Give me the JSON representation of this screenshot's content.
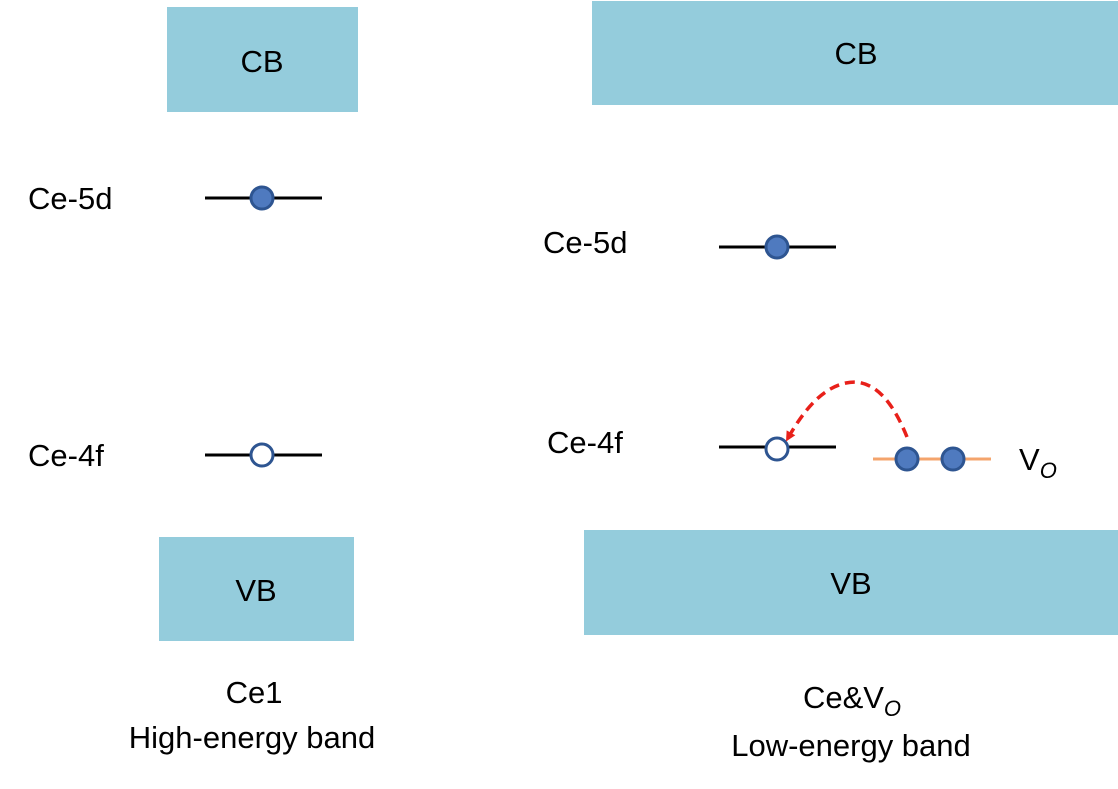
{
  "colors": {
    "band_fill": "#94CCDC",
    "level_line": "#000000",
    "vo_line": "#F4A46C",
    "electron_fill": "#4F7ABF",
    "electron_stroke": "#2E5591",
    "hole_fill": "#FFFFFF",
    "hole_stroke": "#2E5591",
    "transfer_arrow": "#E8201A"
  },
  "left_panel": {
    "cb_label": "CB",
    "vb_label": "VB",
    "level_5d_label": "Ce-5d",
    "level_4f_label": "Ce-4f",
    "caption_line1": "Ce1",
    "caption_line2": "High-energy band"
  },
  "right_panel": {
    "cb_label": "CB",
    "vb_label": "VB",
    "level_5d_label": "Ce-5d",
    "level_4f_label": "Ce-4f",
    "vo_label_main": "V",
    "vo_label_sub": "O",
    "caption_line1_main": "Ce&V",
    "caption_line1_sub": "O",
    "caption_line2": "Low-energy band"
  },
  "icons": {
    "electron": "filled-circle",
    "hole": "open-circle",
    "transfer": "dashed-curved-arrow"
  }
}
